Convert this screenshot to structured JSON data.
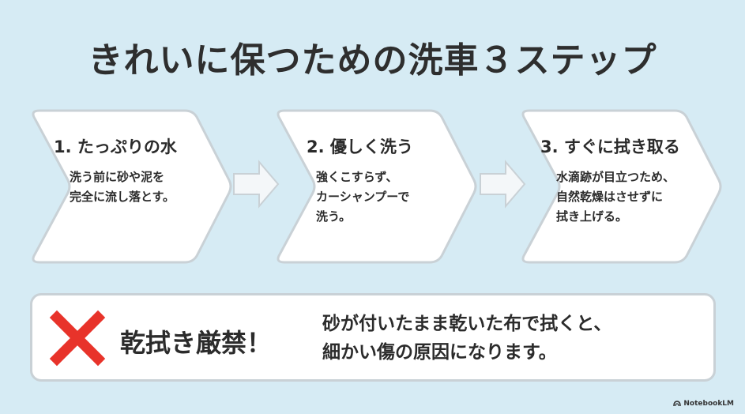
{
  "title": "きれいに保つための洗車３ステップ",
  "steps": [
    {
      "title": "1. たっぷりの水",
      "lines": [
        "洗う前に砂や泥を",
        "完全に流し落とす。"
      ]
    },
    {
      "title": "2. 優しく洗う",
      "lines": [
        "強くこすらず、",
        "カーシャンプーで",
        "洗う。"
      ]
    },
    {
      "title": "3. すぐに拭き取る",
      "lines": [
        "水滴跡が目立つため、",
        "自然乾燥はさせずに",
        "拭き上げる。"
      ]
    }
  ],
  "warning": {
    "icon": "cross-icon",
    "heading": "乾拭き厳禁！",
    "lines": [
      "砂が付いたまま乾いた布で拭くと、",
      "細かい傷の原因になります。"
    ]
  },
  "brand": "NotebookLM",
  "colors": {
    "background": "#d6ebf4",
    "card": "#ffffff",
    "card_border": "#c9d1d6",
    "arrow": "#f2f5f7",
    "cross": "#e8332a"
  }
}
